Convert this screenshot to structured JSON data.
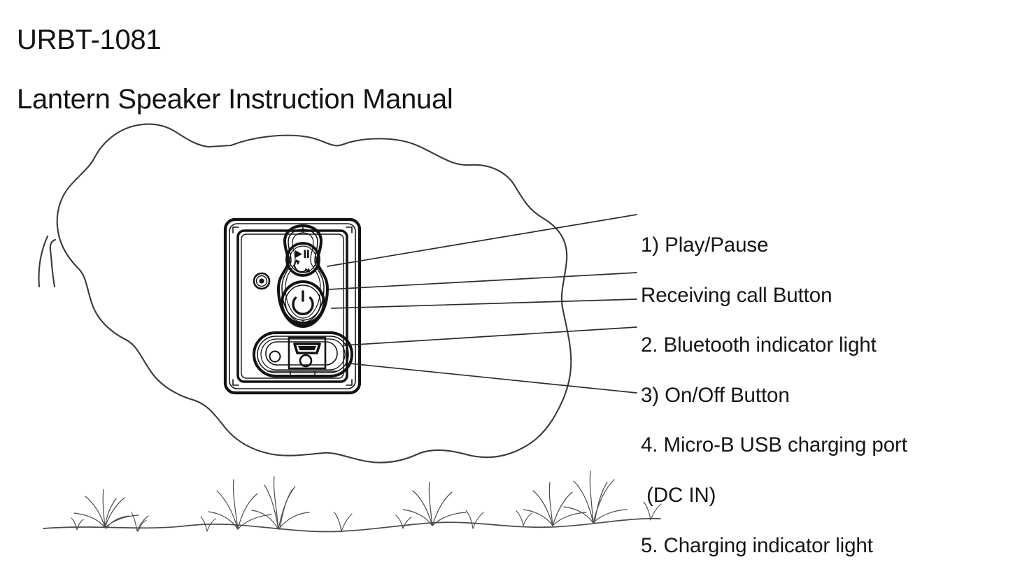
{
  "document": {
    "title_lines": [
      "URBT-1081",
      "Lantern Speaker Instruction Manual"
    ],
    "model": "URBT-1081",
    "subtitle": "Lantern Speaker Instruction Manual"
  },
  "callouts": {
    "lines": [
      "1) Play/Pause",
      "Receiving call Button",
      "2. Bluetooth indicator light",
      "3) On/Off Button",
      "4. Micro-B USB charging port",
      " (DC IN)",
      "5. Charging indicator light"
    ],
    "items": [
      {
        "number": "1)",
        "text": "Play/Pause Receiving call Button",
        "target": "play-pause-button"
      },
      {
        "number": "2.",
        "text": "Bluetooth indicator light",
        "target": "bluetooth-indicator-light"
      },
      {
        "number": "3)",
        "text": "On/Off Button",
        "target": "power-button"
      },
      {
        "number": "4.",
        "text": "Micro-B USB charging port (DC IN)",
        "target": "micro-usb-port"
      },
      {
        "number": "5.",
        "text": "Charging indicator light",
        "target": "charging-indicator-light"
      }
    ]
  },
  "diagram": {
    "subject": "lantern-speaker",
    "view": "front-control-panel",
    "icons": {
      "play_pause": "play-pause-icon",
      "phone": "phone-handset-icon",
      "power": "power-symbol-icon",
      "usb": "micro-usb-connector-icon"
    }
  },
  "colors": {
    "ink": "#1a1a1a",
    "outline_heavy": "#111111",
    "outline_light": "#4a4a4a",
    "background": "#ffffff",
    "leader_line": "#2b2b2b"
  }
}
